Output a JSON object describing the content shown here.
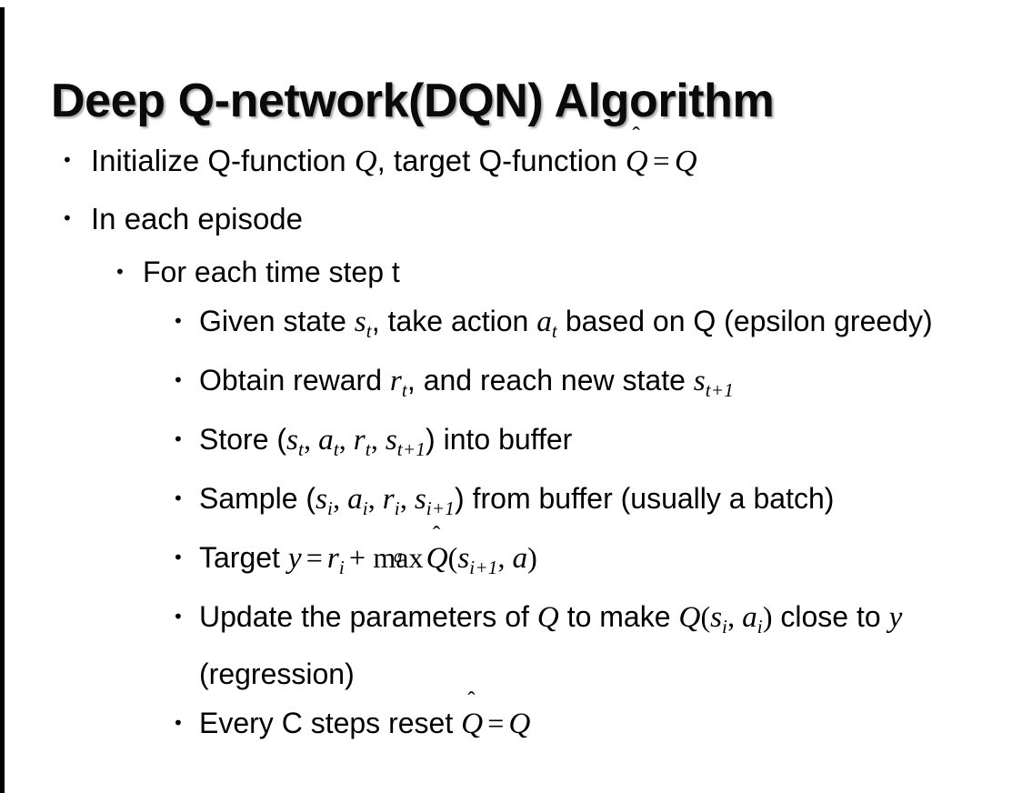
{
  "slide": {
    "title": "Deep Q-network(DQN) Algorithm",
    "bullet_marker": "•",
    "background_color": "#ffffff",
    "text_color": "#000000",
    "edge_rule_color": "#000000"
  },
  "content": {
    "items": [
      {
        "level": 1,
        "id": "initialize-q-function",
        "text": "Initialize Q-function Q, target Q-function Q̂ = Q"
      },
      {
        "level": 1,
        "id": "in-each-episode",
        "text": "In each episode"
      },
      {
        "level": 2,
        "id": "for-each-time-step",
        "text": "For each time step t"
      },
      {
        "level": 3,
        "id": "given-state-take-action",
        "text": "Given state sₜ, take action aₜ based on Q (epsilon greedy)"
      },
      {
        "level": 3,
        "id": "obtain-reward",
        "text": "Obtain reward rₜ, and reach new state sₜ₊₁"
      },
      {
        "level": 3,
        "id": "store-into-buffer",
        "text": "Store (sₜ, aₜ, rₜ, sₜ₊₁) into buffer"
      },
      {
        "level": 3,
        "id": "sample-from-buffer",
        "text": "Sample (sᵢ, aᵢ, rᵢ, sᵢ₊₁) from buffer (usually a batch)"
      },
      {
        "level": 3,
        "id": "target-equation",
        "text": "Target y = rᵢ + maxₐ Q̂(sᵢ₊₁, a)"
      },
      {
        "level": 3,
        "id": "update-parameters",
        "text": "Update the parameters of Q to make Q(sᵢ, aᵢ) close to y (regression)"
      },
      {
        "level": 3,
        "id": "reset-target-network",
        "text": "Every C steps reset Q̂ = Q"
      }
    ],
    "fragments": {
      "initialize_a": "Initialize Q-function ",
      "initialize_b": ", target Q-function ",
      "in_each_episode": "In each episode",
      "for_each_time_step": "For each time step t",
      "given_a": "Given state ",
      "given_b": ", take action ",
      "given_c": " based on Q (epsilon greedy)",
      "obtain_a": "Obtain reward ",
      "obtain_b": ", and reach new state ",
      "store_a": "Store (",
      "store_b": ") into buffer",
      "sample_a": "Sample (",
      "sample_b": ") from buffer (usually a batch)",
      "target_a": "Target ",
      "update_a": "Update the parameters of ",
      "update_b": " to make ",
      "update_c": " close to ",
      "update_d": " (regression)",
      "every_a": "Every C steps reset "
    },
    "symbols": {
      "Q": "Q",
      "s": "s",
      "a": "a",
      "r": "r",
      "y": "y",
      "t": "t",
      "i": "i",
      "i_plus_1": "i+1",
      "t_plus_1": "t+1",
      "hat": "̂",
      "hat_glyph": "ˆ",
      "equals": "=",
      "plus": "+",
      "max": "max",
      "comma": ", ",
      "lparen": "(",
      "rparen": ")"
    }
  }
}
